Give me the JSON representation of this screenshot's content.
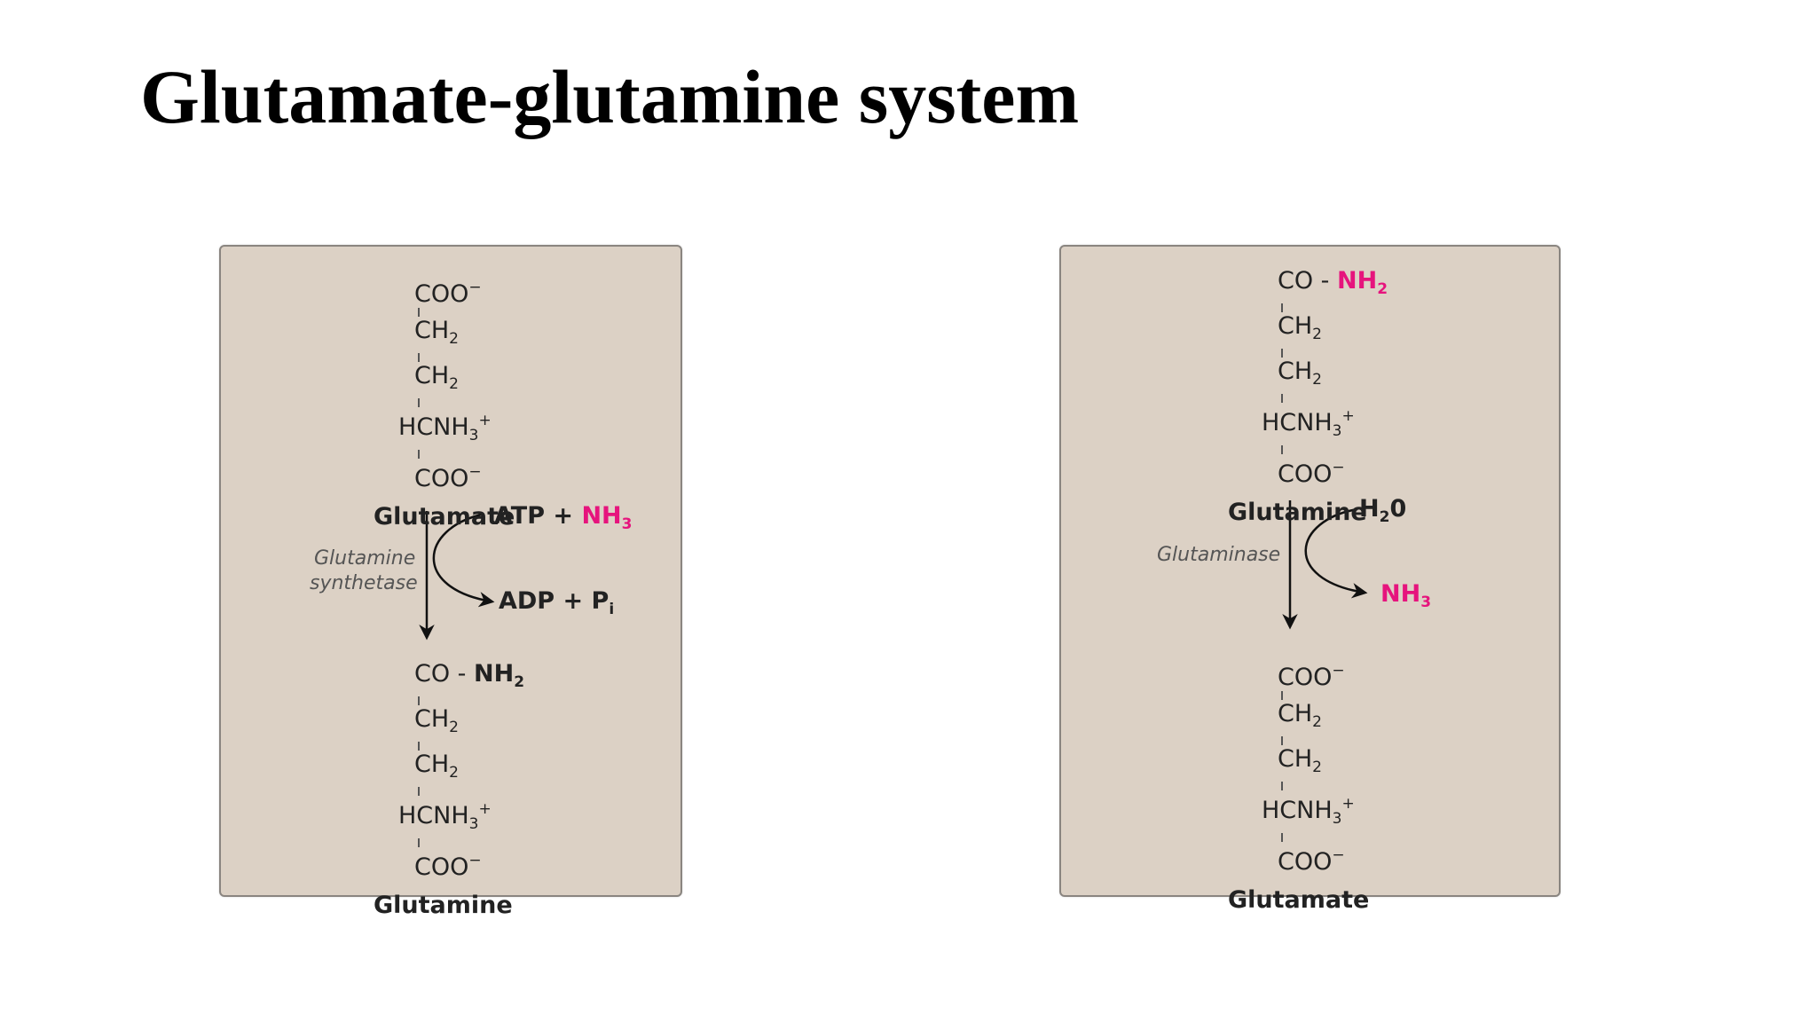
{
  "title": "Glutamate-glutamine system",
  "colors": {
    "panel": "#dcd1c5",
    "highlight": "#e6147d"
  },
  "left_panel": {
    "top_molecule": {
      "name": "Glutamate"
    },
    "enzyme": {
      "line1": "Glutamine",
      "line2": "synthetase"
    },
    "input": {
      "prefix": "ATP + ",
      "highlight": "NH"
    },
    "output": {
      "text": "ADP + P"
    },
    "bottom_molecule": {
      "group": "NH",
      "name": "Glutamine"
    }
  },
  "right_panel": {
    "top_molecule": {
      "group": "NH",
      "name": "Glutamine"
    },
    "enzyme": {
      "line1": "Glutaminase"
    },
    "input": {
      "text": "H"
    },
    "output": {
      "highlight": "NH"
    },
    "bottom_molecule": {
      "name": "Glutamate"
    }
  }
}
